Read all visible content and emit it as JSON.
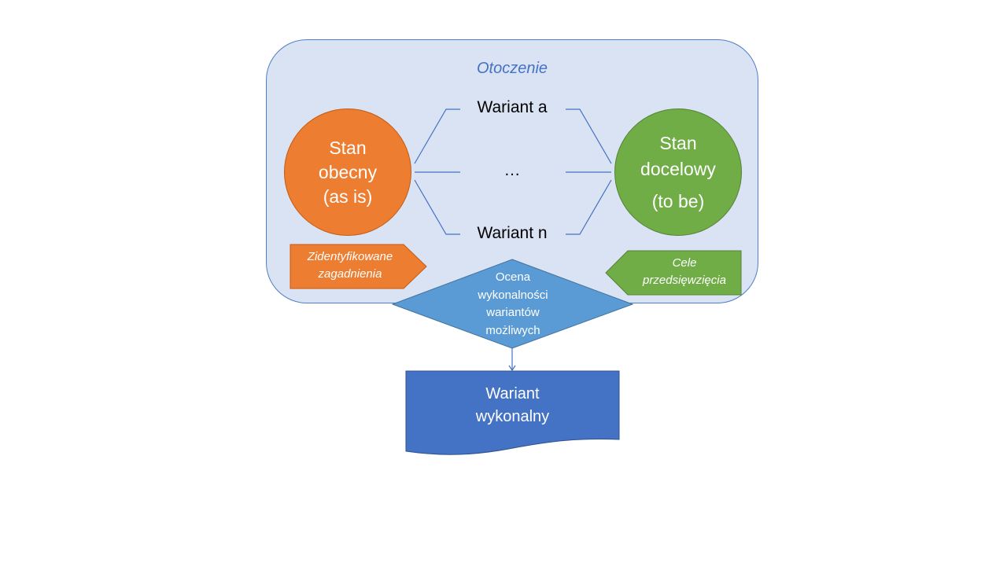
{
  "environment": {
    "label": "Otoczenie"
  },
  "current_state": {
    "line1": "Stan",
    "line2": "obecny",
    "line3": "(as is)"
  },
  "target_state": {
    "line1": "Stan",
    "line2": "docelowy",
    "line3": "(to be)"
  },
  "variants": {
    "a": "Wariant a",
    "middle": "…",
    "n": "Wariant n"
  },
  "identified_issues": {
    "line1": "Zidentyfikowane",
    "line2": "zagadnienia"
  },
  "project_goals": {
    "line1": "Cele",
    "line2": "przedsięwzięcia"
  },
  "assessment": {
    "line1": "Ocena",
    "line2": "wykonalności",
    "line3": "wariantów",
    "line4": "możliwych"
  },
  "result": {
    "line1": "Wariant",
    "line2": "wykonalny"
  },
  "colors": {
    "environment_fill": "#dae3f3",
    "environment_border": "#4f7fc4",
    "current_state": "#ed7d31",
    "target_state": "#70ad47",
    "assessment": "#5b9bd5",
    "result": "#4472c4",
    "connector": "#4472c4"
  }
}
